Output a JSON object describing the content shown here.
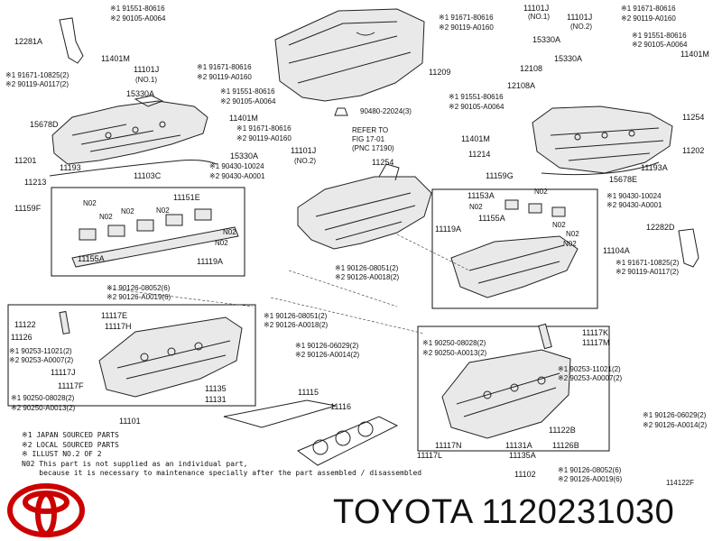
{
  "labels": {
    "l12281A": "12281A",
    "s1_91551_80616_tl": "※1 91551-80616",
    "s2_90105_A0064_tl": "※2 90105-A0064",
    "l11401M_tl": "11401M",
    "s1_91671_10825_l": "※1 91671-10825(2)",
    "s2_90119_A0117_l": "※2 90119-A0117(2)",
    "l11101J_1": "11101J",
    "no1_a": "(NO.1)",
    "s1_91671_80616_m": "※1 91671-80616",
    "s2_90119_A0160_m": "※2 90119-A0160",
    "l15330A_l": "15330A",
    "s1_91551_80616_m": "※1 91551-80616",
    "s2_90105_A0064_m": "※2 90105-A0064",
    "l15678D": "15678D",
    "l11401M_m": "11401M",
    "s1_91671_80616_m2": "※1 91671-80616",
    "s2_90119_A0160_m2": "※2 90119-A0160",
    "l11201": "11201",
    "l11193": "11193",
    "l15330A_m": "15330A",
    "l11101J_2": "11101J",
    "no2_a": "(NO.2)",
    "s1_90430_10024_l": "※1 90430-10024",
    "s2_90430_A0001_l": "※2 90430-A0001",
    "l11213": "11213",
    "l11103C": "11103C",
    "l11159F": "11159F",
    "l11151E": "11151E",
    "n02_1": "N02",
    "n02_2": "N02",
    "n02_3": "N02",
    "n02_4": "N02",
    "n02_5": "N02",
    "n02_6": "N02",
    "l11155A_l": "11155A",
    "l11119A_l": "11119A",
    "s1_90126_08052_l": "※1 90126-08052(6)",
    "s2_90126_A0019_l": "※2 90126-A0019(6)",
    "l11122": "11122",
    "l11126": "11126",
    "s1_90253_11021_l": "※1 90253-11021(2)",
    "s2_90253_A0007_l": "※2 90253-A0007(2)",
    "l11117E": "11117E",
    "l11117H": "11117H",
    "s1_90126_08051_l": "※1 90126-08051(2)",
    "s2_90126_A0018_l": "※2 90126-A0018(2)",
    "s1_90126_06029_l": "※1 90126-06029(2)",
    "s2_90126_A0014_l": "※2 90126-A0014(2)",
    "l11117J": "11117J",
    "l11117F": "11117F",
    "s1_90250_08028_l": "※1 90250-08028(2)",
    "s2_90250_A0013_l": "※2 90250-A0013(2)",
    "l11135": "11135",
    "l11131": "11131",
    "l11101": "11101",
    "l11115": "11115",
    "l11116": "11116",
    "l11209": "11209",
    "l90480": "90480-22024(3)",
    "refer1": "REFER TO",
    "refer2": "FIG 17-01",
    "refer3": "(PNC 17190)",
    "l11254_m": "11254",
    "s1_90126_08051_m": "※1 90126-08051(2)",
    "s2_90126_A0018_m": "※2 90126-A0018(2)",
    "s1_91671_80616_tr": "※1 91671-80616",
    "s2_90119_A0160_tr": "※2 90119-A0160",
    "l11101J_tr": "11101J",
    "no1_b": "(NO.1)",
    "l11101J_tr2": "11101J",
    "no2_b": "(NO.2)",
    "s1_91671_80616_tr2": "※1 91671-80616",
    "s2_90119_A0160_tr2": "※2 90119-A0160",
    "l15330A_tr": "15330A",
    "s1_91551_80616_tr": "※1 91551-80616",
    "s2_90105_A0064_tr": "※2 90105-A0064",
    "l15330A_tr2": "15330A",
    "l11401M_tr": "11401M",
    "l12108": "12108",
    "l12108A": "12108A",
    "s1_91551_80616_tr2": "※1 91551-80616",
    "s2_90105_A0064_tr2": "※2 90105-A0064",
    "l11254_tr": "11254",
    "l11401M_tr2": "11401M",
    "l11214": "11214",
    "l11202": "11202",
    "l11193A": "11193A",
    "l11159G": "11159G",
    "l15678E": "15678E",
    "l11153A": "11153A",
    "s1_90430_10024_r": "※1 90430-10024",
    "s2_90430_A0001_r": "※2 90430-A0001",
    "n02_r1": "N02",
    "n02_r2": "N02",
    "n02_r3": "N02",
    "n02_r4": "N02",
    "n02_r5": "N02",
    "l11155A_r": "11155A",
    "l11119A_r": "11119A",
    "l12282D": "12282D",
    "l11104A": "11104A",
    "s1_91671_10825_r": "※1 91671-10825(2)",
    "s2_90119_A0117_r": "※2 90119-A0117(2)",
    "s1_90250_08028_r": "※1 90250-08028(2)",
    "s2_90250_A0013_r": "※2 90250-A0013(2)",
    "l11117K": "11117K",
    "l11117M": "11117M",
    "s1_90253_11021_r": "※1 90253-11021(2)",
    "s2_90253_A0007_r": "※2 90253-A0007(2)",
    "s1_90126_06029_r": "※1 90126-06029(2)",
    "s2_90126_A0014_r": "※2 90126-A0014(2)",
    "l11122B": "11122B",
    "l11126B": "11126B",
    "l11117N": "11117N",
    "l11131A": "11131A",
    "l11135A": "11135A",
    "l11117L": "11117L",
    "l11102": "11102",
    "s1_90126_08052_r": "※1 90126-08052(6)",
    "s2_90126_A0019_r": "※2 90126-A0019(6)"
  },
  "notes": {
    "line1": "※1 JAPAN SOURCED PARTS",
    "line2": "※2 LOCAL SOURCED PARTS",
    "line3": "※ ILLUST NO.2 OF 2",
    "line4": "N02 This part is not supplied as an individual part,",
    "line5": "    because it is necessary to maintenance specially after the part assembled / disassembled"
  },
  "figure_code": "114122F",
  "brand_line": "TOYOTA 1120231030",
  "logo": {
    "name": "toyota-logo-icon",
    "color": "#cc0000"
  }
}
